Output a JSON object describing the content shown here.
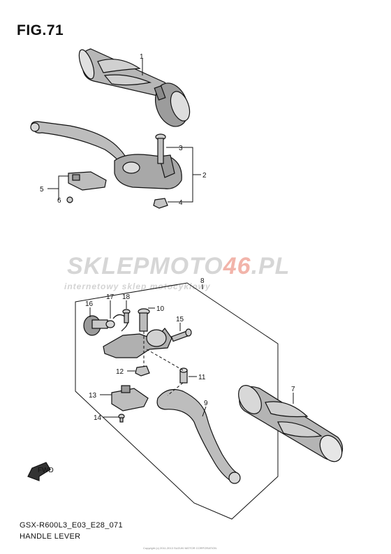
{
  "figure": {
    "title": "FIG.71",
    "code": "GSX-R600L3_E03_E28_071",
    "name": "HANDLE LEVER",
    "copyright": "Copyright (c) 2011-2013 SUZUKI MOTOR CORPORATION"
  },
  "watermark": {
    "brand_a": "SKLEP",
    "brand_b": "MOTO",
    "brand_c": "46",
    "brand_d": ".PL",
    "tagline": "internetowy sklep motocyklowy"
  },
  "fwd_label": "FWD",
  "callouts": [
    "1",
    "2",
    "3",
    "4",
    "5",
    "6",
    "7",
    "8",
    "9",
    "10",
    "11",
    "12",
    "13",
    "14",
    "15",
    "16",
    "17",
    "18"
  ]
}
